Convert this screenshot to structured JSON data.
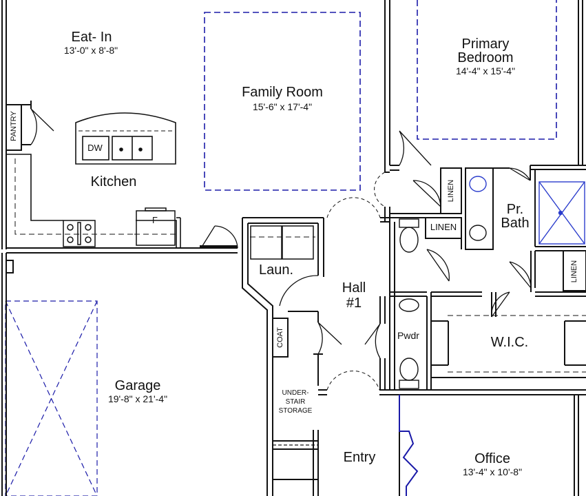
{
  "rooms": {
    "eat_in": {
      "name": "Eat- In",
      "dims": "13'-0\" x 8'-8\""
    },
    "family_room": {
      "name": "Family Room",
      "dims": "15'-6\" x 17'-4\""
    },
    "primary_bedroom": {
      "name1": "Primary",
      "name2": "Bedroom",
      "dims": "14'-4\" x 15'-4\""
    },
    "kitchen": {
      "name": "Kitchen"
    },
    "pantry": {
      "name": "PANTRY"
    },
    "laundry": {
      "name": "Laun."
    },
    "hall": {
      "name1": "Hall",
      "name2": "#1"
    },
    "pr_bath": {
      "name1": "Pr.",
      "name2": "Bath"
    },
    "linen_1": {
      "name": "LINEN"
    },
    "linen_2": {
      "name": "LINEN"
    },
    "linen_3": {
      "name": "LINEN"
    },
    "wic": {
      "name": "W.I.C."
    },
    "pwdr": {
      "name": "Pwdr"
    },
    "coat": {
      "name": "COAT"
    },
    "understair": {
      "line1": "UNDER-",
      "line2": "STAIR",
      "line3": "STORAGE"
    },
    "garage": {
      "name": "Garage",
      "dims": "19'-8\" x 21'-4\""
    },
    "entry": {
      "name": "Entry"
    },
    "office": {
      "name": "Office",
      "dims": "13'-4\" x 10'-8\""
    }
  },
  "fixtures": {
    "dishwasher": "DW",
    "fridge": "F"
  },
  "colors": {
    "wall": "#111111",
    "dashed_blue": "#1a1aa8",
    "fixture_blue": "#2a3ccc"
  }
}
